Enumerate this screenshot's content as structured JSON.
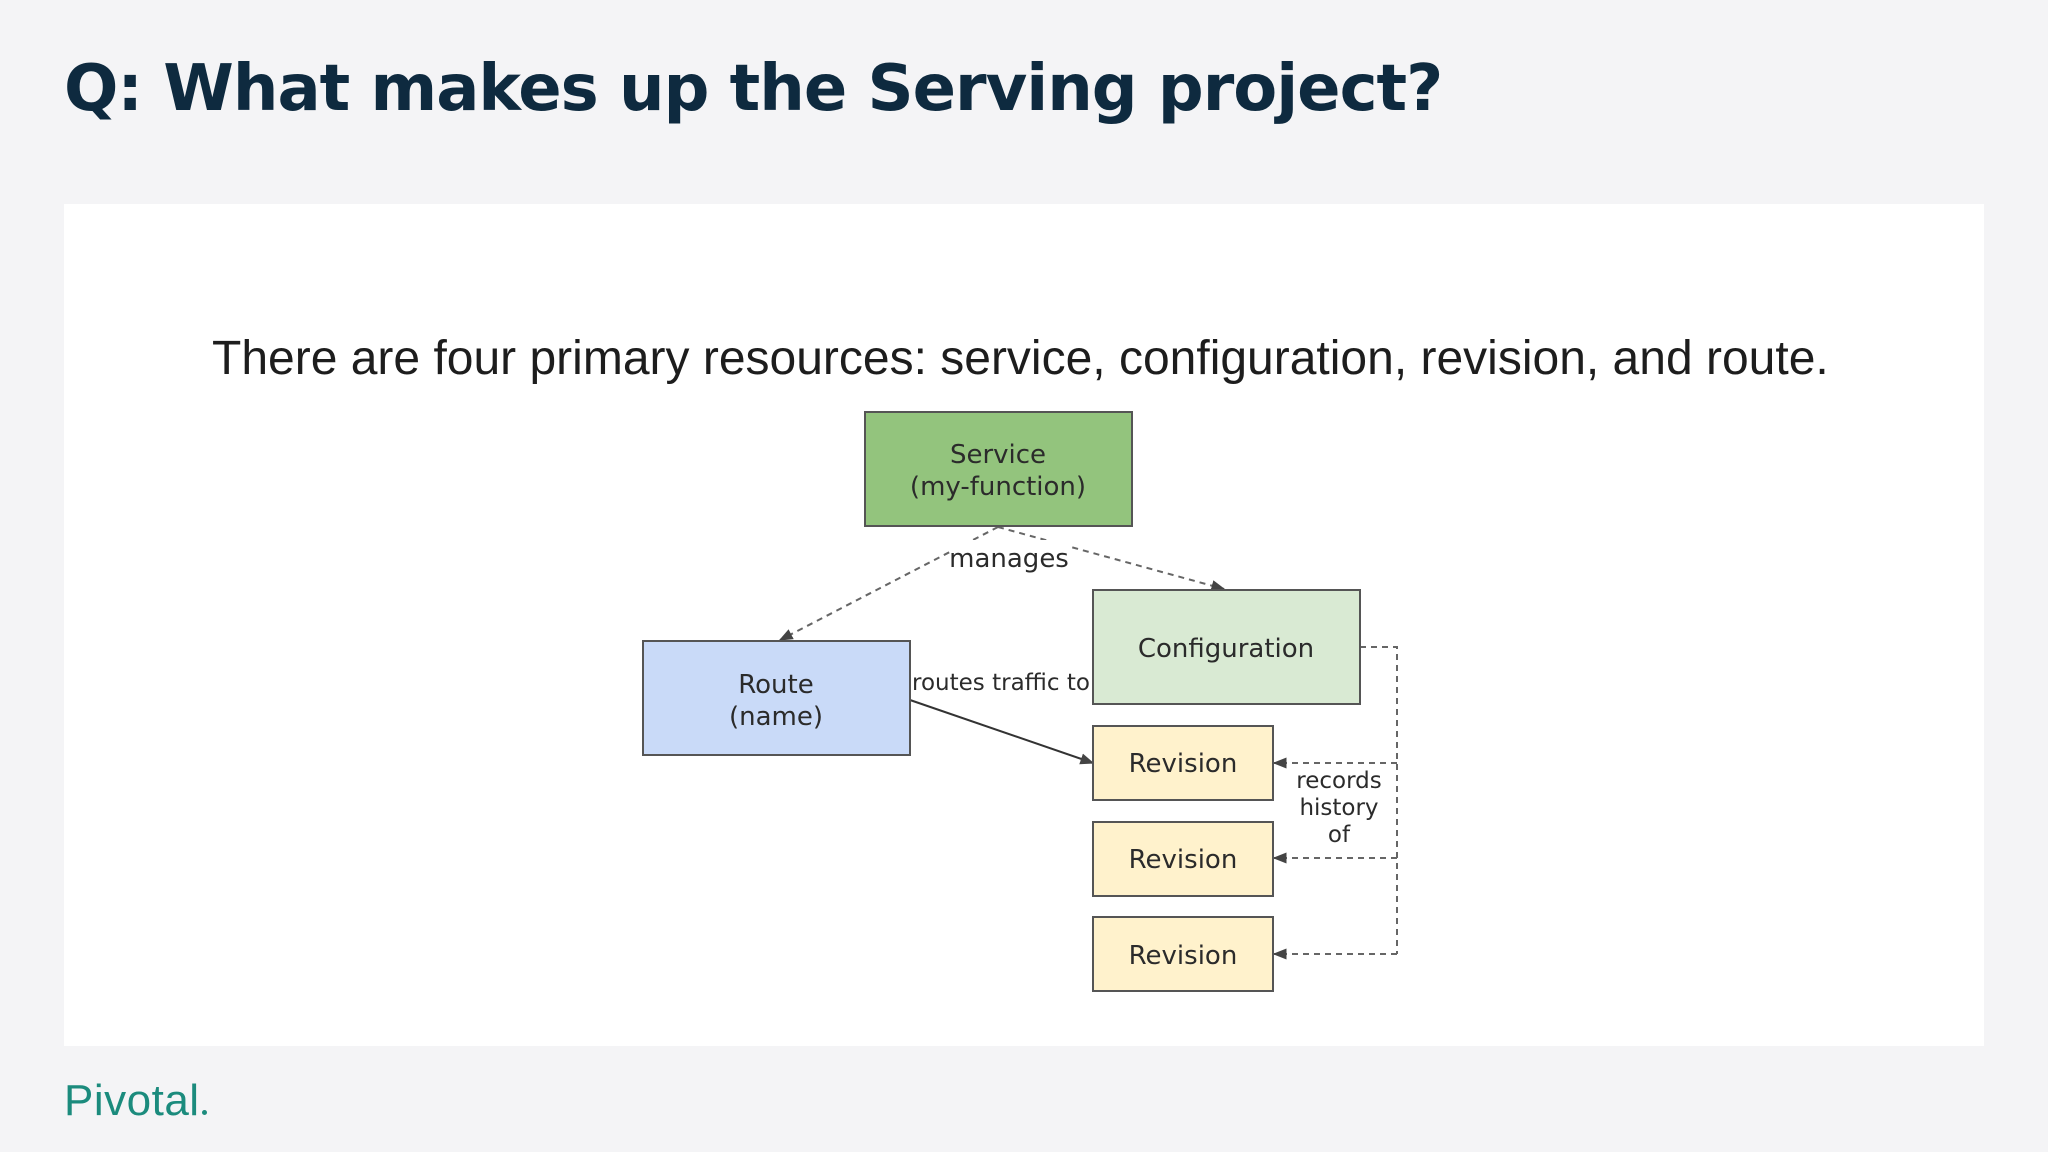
{
  "slide": {
    "title": "Q: What makes up the Serving project?",
    "body": "There are four primary resources: service, configuration, revision, and route."
  },
  "diagram": {
    "service": {
      "line1": "Service",
      "line2": "(my-function)"
    },
    "route": {
      "line1": "Route",
      "line2": "(name)"
    },
    "configuration": {
      "label": "Configuration"
    },
    "revisions": [
      {
        "label": "Revision"
      },
      {
        "label": "Revision"
      },
      {
        "label": "Revision"
      }
    ],
    "edges": {
      "manages": "manages",
      "routes_traffic_to": "routes traffic to",
      "records_history_of": [
        "records",
        "history",
        "of"
      ]
    }
  },
  "colors": {
    "title": "#0e2a3f",
    "service_fill": "#93c47d",
    "route_fill": "#c9daf8",
    "configuration_fill": "#d9ead3",
    "revision_fill": "#fff2cc",
    "brand": "#1b8b7d"
  },
  "footer": {
    "brand": "Pivotal"
  }
}
